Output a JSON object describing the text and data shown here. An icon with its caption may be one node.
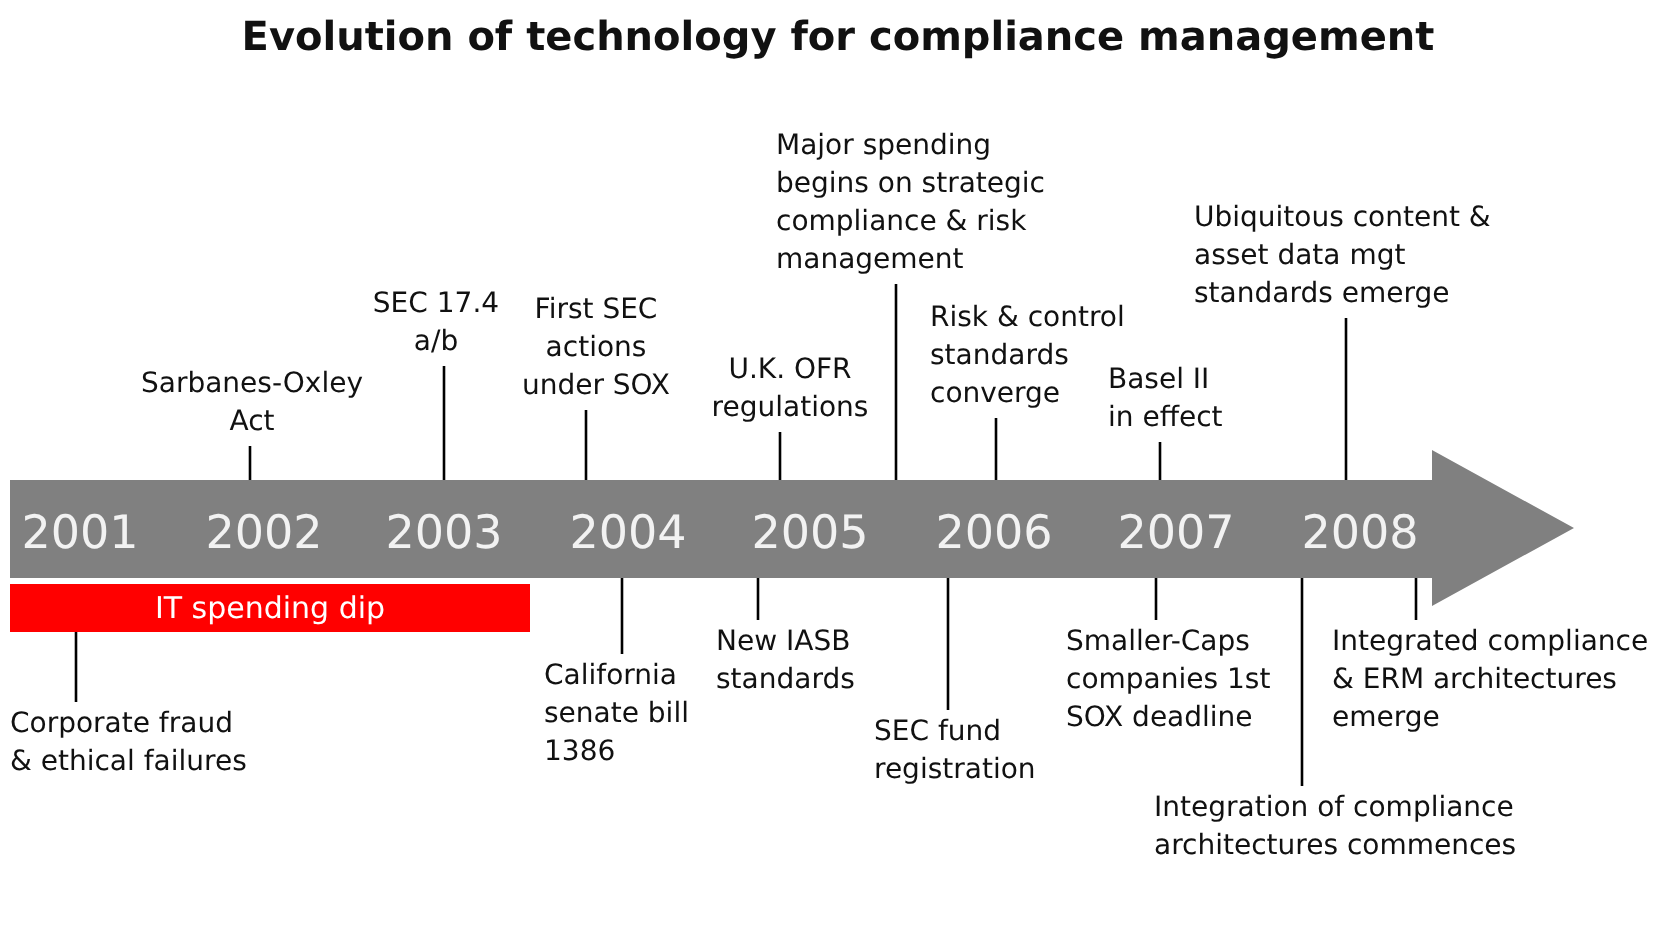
{
  "diagram": {
    "title": "Evolution of technology for compliance management",
    "nodes": [
      {
        "text": [
          "2001",
          "2002",
          "2003",
          "2004",
          "2005",
          "2006",
          "2007",
          "2008"
        ]
      },
      {
        "text": [
          "IT spending dip"
        ]
      },
      {
        "text": [
          "Corporate fraud & ethical failures"
        ]
      },
      {
        "text": [
          "Sarbanes-Oxley Act"
        ]
      },
      {
        "text": [
          "SEC 17.4 a/b"
        ]
      },
      {
        "text": [
          "First SEC actions under SOX"
        ]
      },
      {
        "text": [
          "California senate bill 1386"
        ]
      },
      {
        "text": [
          "U.K. OFR regulations"
        ]
      },
      {
        "text": [
          "New IASB standards"
        ]
      },
      {
        "text": [
          "Major spending begins on strategic compliance & risk management"
        ]
      },
      {
        "text": [
          "SEC fund registration"
        ]
      },
      {
        "text": [
          "Risk & control standards converge"
        ]
      },
      {
        "text": [
          "Smaller-Caps companies 1st SOX deadline"
        ]
      },
      {
        "text": [
          "Basel II in effect"
        ]
      },
      {
        "text": [
          "Integration of compliance architectures commences"
        ]
      },
      {
        "text": [
          "Ubiquitous content & asset data mgt standards emerge"
        ]
      },
      {
        "text": [
          "Integrated compliance & ERM architectures emerge"
        ]
      }
    ],
    "edges": [
      {
        "from": 2,
        "to": 1,
        "arrow": "none"
      },
      {
        "from": 3,
        "to": 0,
        "arrow": "none"
      },
      {
        "from": 4,
        "to": 0,
        "arrow": "none"
      },
      {
        "from": 5,
        "to": 0,
        "arrow": "none"
      },
      {
        "from": 6,
        "to": 0,
        "arrow": "none"
      },
      {
        "from": 7,
        "to": 0,
        "arrow": "none"
      },
      {
        "from": 8,
        "to": 0,
        "arrow": "none"
      },
      {
        "from": 9,
        "to": 0,
        "arrow": "none"
      },
      {
        "from": 10,
        "to": 0,
        "arrow": "none"
      },
      {
        "from": 11,
        "to": 0,
        "arrow": "none"
      },
      {
        "from": 12,
        "to": 0,
        "arrow": "none"
      },
      {
        "from": 13,
        "to": 0,
        "arrow": "none"
      },
      {
        "from": 14,
        "to": 0,
        "arrow": "none"
      },
      {
        "from": 15,
        "to": 0,
        "arrow": "none"
      },
      {
        "from": 16,
        "to": 0,
        "arrow": "none"
      }
    ]
  }
}
